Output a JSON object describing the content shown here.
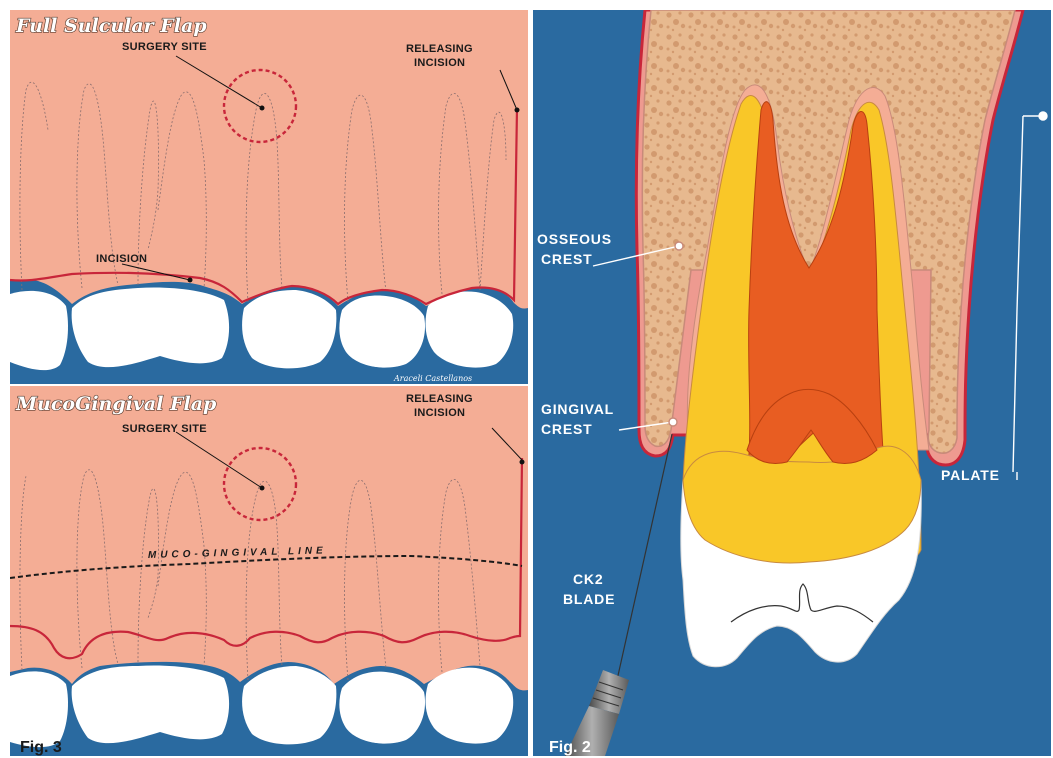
{
  "colors": {
    "background_blue": "#2a6aa0",
    "gum_pink": "#f4ad95",
    "incision_red": "#c8263a",
    "bone_tan": "#e7b98f",
    "dentin_yellow": "#f9c728",
    "pulp_orange": "#e85d22",
    "enamel_white": "#ffffff"
  },
  "fig3_top": {
    "title": "Full Sulcular Flap",
    "surgery_site_label": "SURGERY SITE",
    "releasing_incision_line1": "RELEASING",
    "releasing_incision_line2": "INCISION",
    "incision_label": "INCISION",
    "signature": "Araceli Castellanos"
  },
  "fig3_bottom": {
    "title": "MucoGingival Flap",
    "surgery_site_label": "SURGERY SITE",
    "releasing_incision_line1": "RELEASING",
    "releasing_incision_line2": "INCISION",
    "mucogingival_line_label": "MUCO-GINGIVAL LINE",
    "figure_label": "Fig. 3"
  },
  "fig2": {
    "osseous_crest_line1": "OSSEOUS",
    "osseous_crest_line2": "CREST",
    "gingival_crest_line1": "GINGIVAL",
    "gingival_crest_line2": "CREST",
    "blade_line1": "CK2",
    "blade_line2": "BLADE",
    "palate_label": "PALATE",
    "figure_label": "Fig. 2"
  }
}
